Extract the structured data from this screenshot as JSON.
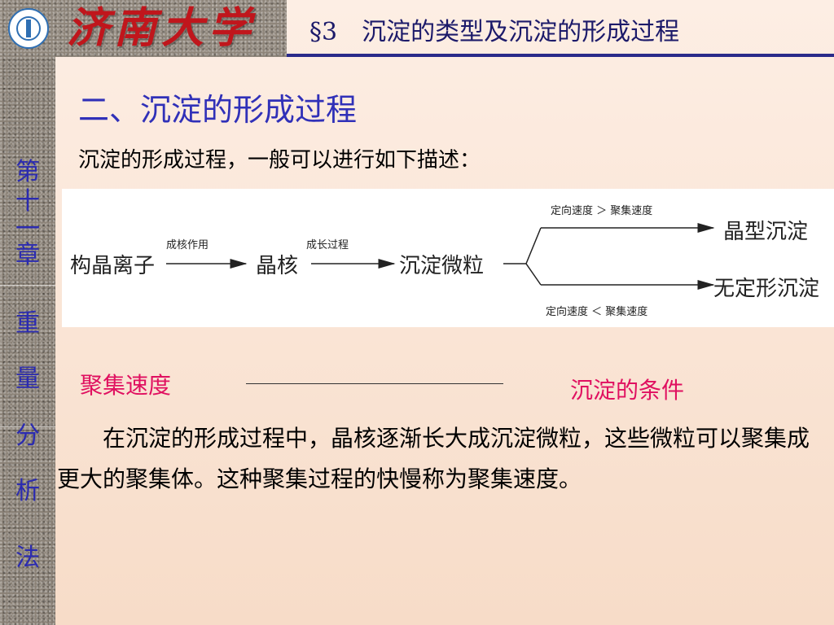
{
  "header": {
    "logo_label": "university-seal",
    "university_name": "济南大学",
    "title": "§3　沉淀的类型及沉淀的形成过程"
  },
  "chapter": {
    "number_chars": [
      "第",
      "十",
      "一",
      "章"
    ],
    "name_chars": [
      "重",
      "量",
      "分",
      "析",
      "法"
    ]
  },
  "section": {
    "heading": "二、沉淀的形成过程",
    "intro": "沉淀的形成过程，一般可以进行如下描述："
  },
  "diagram": {
    "nodes": {
      "ions": "构晶离子",
      "nucleus": "晶核",
      "particles": "沉淀微粒",
      "crystalline": "晶型沉淀",
      "amorphous": "无定形沉淀"
    },
    "edge_labels": {
      "nucleation": "成核作用",
      "growth": "成长过程",
      "upper": "定向速度 ＞ 聚集速度",
      "lower": "定向速度 ＜ 聚集速度"
    }
  },
  "labels": {
    "left": "聚集速度",
    "right": "沉淀的条件"
  },
  "paragraph": "　　在沉淀的形成过程中，晶核逐渐长大成沉淀微粒，这些微粒可以聚集成更大的聚集体。这种聚集过程的快慢称为聚集速度。",
  "colors": {
    "heading": "#3030b8",
    "chapter": "#2b2bb0",
    "highlight": "#e01060",
    "univ": "#c0161c"
  }
}
